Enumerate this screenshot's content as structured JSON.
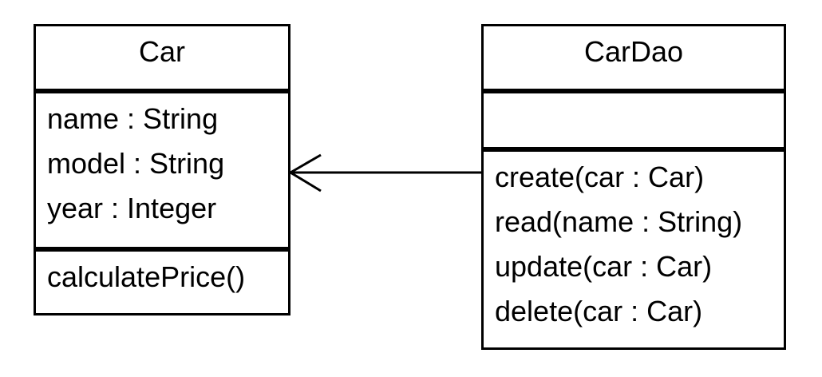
{
  "diagram": {
    "classes": [
      {
        "id": "car",
        "name": "Car",
        "attributes": [
          "name : String",
          "model : String",
          "year : Integer"
        ],
        "operations": [
          "calculatePrice()"
        ]
      },
      {
        "id": "cardao",
        "name": "CarDao",
        "attributes": [],
        "operations": [
          "create(car : Car)",
          "read(name : String)",
          "update(car : Car)",
          "delete(car : Car)"
        ]
      }
    ],
    "associations": [
      {
        "from": "CarDao",
        "to": "Car",
        "navigable_end": "Car",
        "arrowhead": "open"
      }
    ],
    "colors": {
      "stroke": "#000000",
      "background": "#ffffff"
    }
  }
}
